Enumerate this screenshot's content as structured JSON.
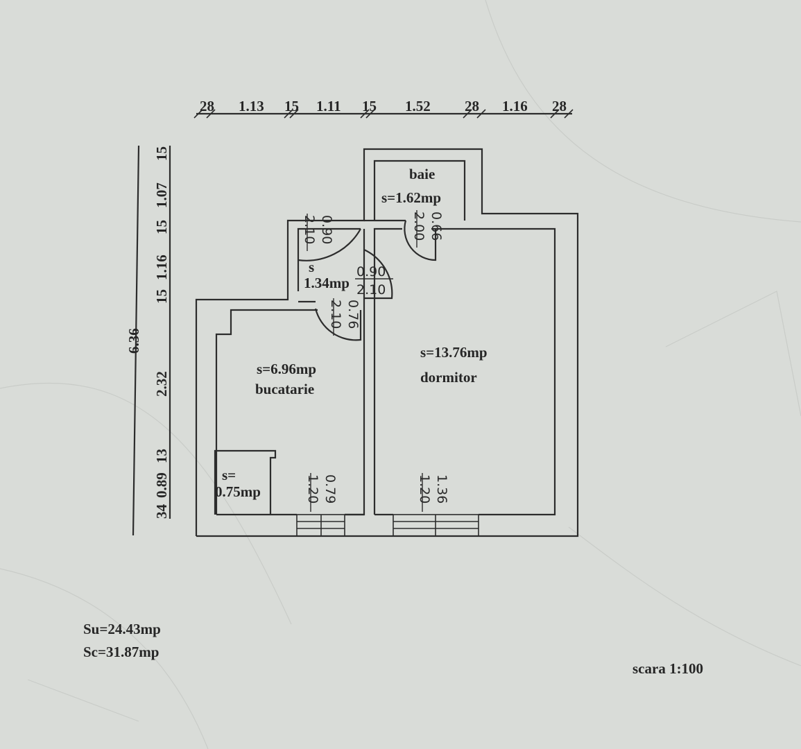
{
  "top_dimensions": [
    "28",
    "1.13",
    "15",
    "1.11",
    "15",
    "1.52",
    "28",
    "1.16",
    "28"
  ],
  "left_dimensions": [
    "34",
    "0.89",
    "13",
    "2.32",
    "15",
    "1.16",
    "15",
    "1.07",
    "15"
  ],
  "total_height": "6.36",
  "rooms": {
    "bath": {
      "name": "baie",
      "area": "s=1.62mp"
    },
    "hall": {
      "area_prefix": "s",
      "area": "1.34mp"
    },
    "kitchen": {
      "name": "bucatarie",
      "area": "s=6.96mp"
    },
    "bedroom": {
      "name": "dormitor",
      "area": "s=13.76mp"
    },
    "closet": {
      "area_prefix": "s=",
      "area": "0.75mp"
    }
  },
  "openings": {
    "entry_door": {
      "width": "0.90",
      "height": "2.10"
    },
    "bath_door": {
      "width": "0.66",
      "height": "2.00"
    },
    "bedroom_door": {
      "width": "0.90",
      "height": "2.10"
    },
    "kitchen_door": {
      "width": "0.76",
      "height": "2.10"
    },
    "kitchen_window": {
      "width": "0.79",
      "height": "1.20"
    },
    "bedroom_window": {
      "width": "1.36",
      "height": "1.20"
    }
  },
  "totals": {
    "useful": "Su=24.43mp",
    "built": "Sc=31.87mp"
  },
  "scale": "scara 1:100"
}
